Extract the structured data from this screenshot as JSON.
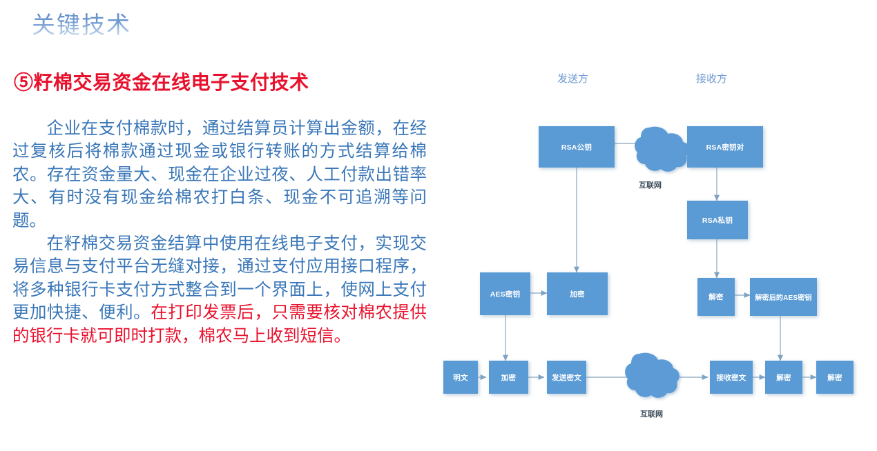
{
  "slide": {
    "title": "关键技术",
    "heading": "⑤籽棉交易资金在线电子支付技术",
    "paragraph1_blue": "企业在支付棉款时，通过结算员计算出金额，在经过复核后将棉款通过现金或银行转账的方式结算给棉农。存在资金量大、现金在企业过夜、人工付款出错率大、有时没有现金给棉农打白条、现金不可追溯等问题。",
    "paragraph2_blue": "在籽棉交易资金结算中使用在线电子支付，实现交易信息与支付平台无缝对接，通过支付应用接口程序，将多种银行卡支付方式整合到一个界面上，使网上支付更加快捷、便利。",
    "paragraph2_red": "在打印发票后，只需要核对棉农提供的银行卡就可即时打款，棉农马上收到短信。"
  },
  "colors": {
    "title_blue": "#5a86c4",
    "body_blue": "#3a77b8",
    "accent_red": "#e8112d",
    "node_blue": "#5b9bd5",
    "arrow_gray": "#9bb3c9",
    "header_label_blue": "#6f9ad1"
  },
  "diagram": {
    "headers": [
      {
        "text": "发送方",
        "name": "sender-label"
      },
      {
        "text": "接收方",
        "name": "receiver-label"
      }
    ],
    "network_labels": [
      {
        "text": "互联网",
        "name": "internet-label-top"
      },
      {
        "text": "互联网",
        "name": "internet-label-bottom"
      }
    ],
    "nodes": [
      {
        "id": "rsa_public_key",
        "text": "RSA公钥"
      },
      {
        "id": "rsa_key_pair",
        "text": "RSA密钥对"
      },
      {
        "id": "rsa_private_key",
        "text": "RSA私钥"
      },
      {
        "id": "aes_key",
        "text": "AES密钥"
      },
      {
        "id": "encrypt_key",
        "text": "加密"
      },
      {
        "id": "decrypt_key",
        "text": "解密"
      },
      {
        "id": "decrypted_aes_key",
        "text": "解密后的AES密钥"
      },
      {
        "id": "plaintext",
        "text": "明文"
      },
      {
        "id": "encrypt_data",
        "text": "加密"
      },
      {
        "id": "send_ciphertext",
        "text": "发送密文"
      },
      {
        "id": "recv_ciphertext",
        "text": "接收密文"
      },
      {
        "id": "decrypt_data",
        "text": "解密"
      },
      {
        "id": "decrypt_result",
        "text": "解密"
      }
    ]
  }
}
